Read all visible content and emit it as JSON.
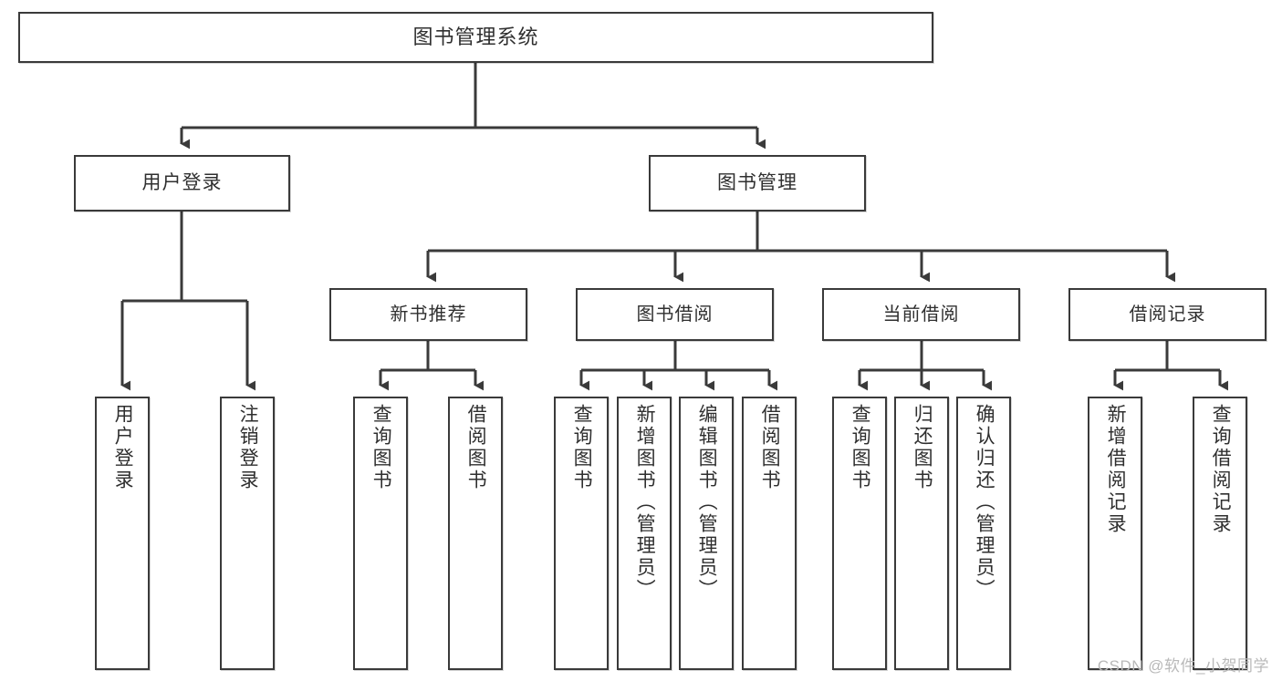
{
  "diagram": {
    "title": "图书管理系统",
    "type": "tree-hierarchy-chart",
    "watermark": "CSDN @软件_小贺同学",
    "colors": {
      "background": "#ffffff",
      "box_border": "#3a3a3a",
      "box_fill": "#ffffff",
      "connector": "#3a3a3a",
      "text": "#2f2f2f",
      "watermark": "#b9b9b9"
    },
    "root": {
      "label": "图书管理系统"
    },
    "level2": [
      {
        "label": "用户登录"
      },
      {
        "label": "图书管理"
      }
    ],
    "level3": [
      {
        "label": "新书推荐"
      },
      {
        "label": "图书借阅"
      },
      {
        "label": "当前借阅"
      },
      {
        "label": "借阅记录"
      }
    ],
    "leaves": [
      {
        "label": "用户登录"
      },
      {
        "label": "注销登录"
      },
      {
        "label": "查询图书"
      },
      {
        "label": "借阅图书"
      },
      {
        "label": "查询图书"
      },
      {
        "label": "新增图书（管理员）"
      },
      {
        "label": "编辑图书（管理员）"
      },
      {
        "label": "借阅图书"
      },
      {
        "label": "查询图书"
      },
      {
        "label": "归还图书"
      },
      {
        "label": "确认归还（管理员）"
      },
      {
        "label": "新增借阅记录"
      },
      {
        "label": "查询借阅记录"
      }
    ]
  }
}
